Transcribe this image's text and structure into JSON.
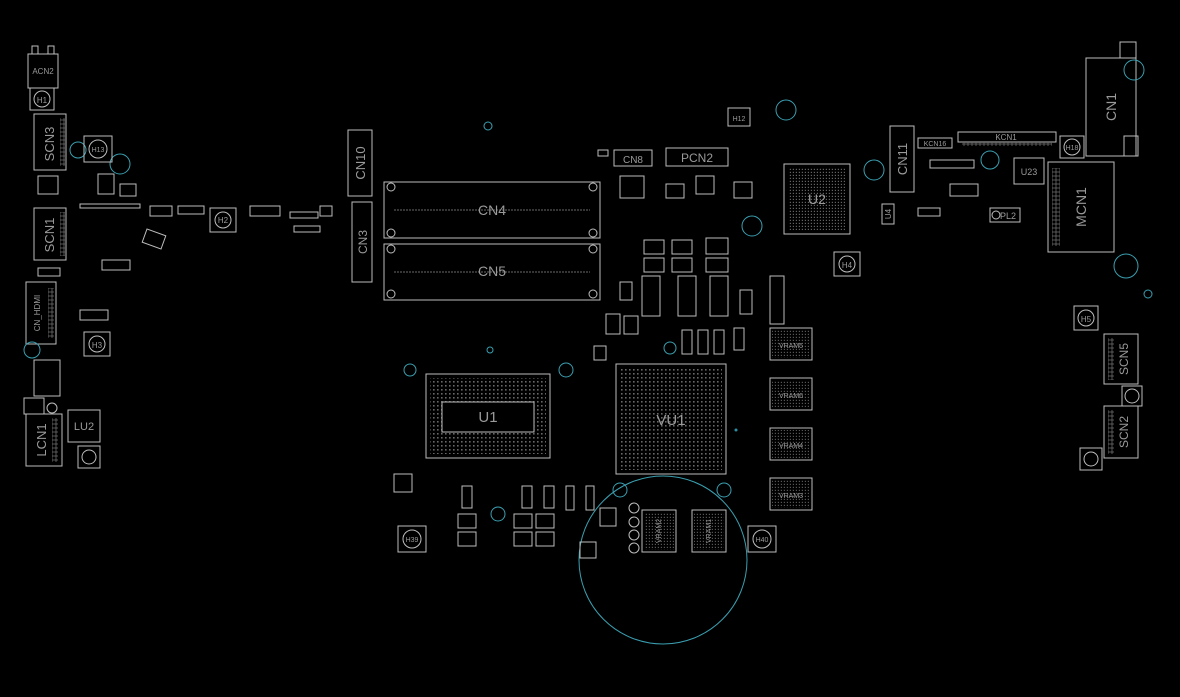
{
  "viewer": {
    "background": "#000000",
    "outline_color": "#bdbdbd",
    "label_color": "#9a9a9a",
    "via_color": "#3a9fb0"
  },
  "labels": {
    "acn2": "ACN2",
    "h1": "H1",
    "scn3": "SCN3",
    "h13": "H13",
    "scn1": "SCN1",
    "cn_hdmi": "CN_HDMI",
    "h3": "H3",
    "lcn1": "LCN1",
    "lu2": "LU2",
    "h2": "H2",
    "cn10": "CN10",
    "cn3": "CN3",
    "cn4": "CN4",
    "cn5": "CN5",
    "cn8": "CN8",
    "pcn2": "PCN2",
    "u2": "U2",
    "cn11": "CN11",
    "kcn16": "KCN16",
    "kcn1": "KCN1",
    "u23": "U23",
    "cn1": "CN1",
    "mcn1": "MCN1",
    "u4": "U4",
    "pl2": "PL2",
    "h4": "H4",
    "h5": "H5",
    "scn5": "SCN5",
    "scn2": "SCN2",
    "h18": "H18",
    "h12": "H12",
    "u1": "U1",
    "vu1": "VU1",
    "vram5": "VRAM5",
    "vram6": "VRAM6",
    "vram4": "VRAM4",
    "vram3": "VRAM3",
    "vram2": "VRAM2",
    "vram1": "VRAM1",
    "h39": "H39",
    "h40": "H40"
  }
}
